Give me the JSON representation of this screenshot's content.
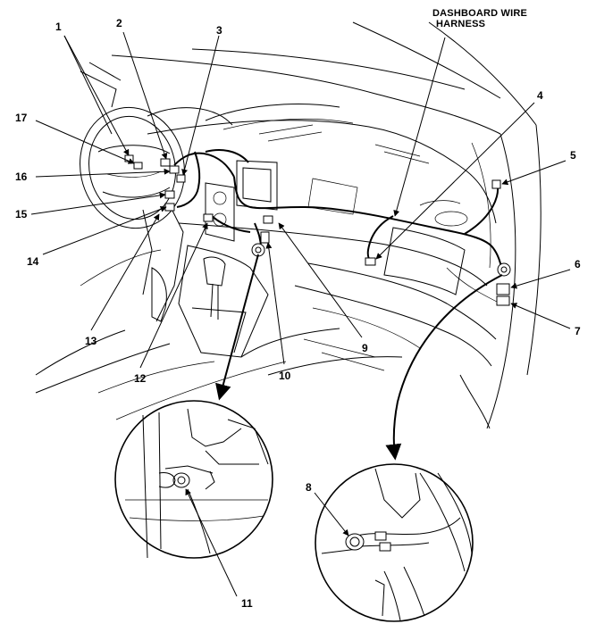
{
  "diagram": {
    "title_line1": "DASHBOARD WIRE",
    "title_line2": "HARNESS",
    "callouts": {
      "c1": "1",
      "c2": "2",
      "c3": "3",
      "c4": "4",
      "c5": "5",
      "c6": "6",
      "c7": "7",
      "c8": "8",
      "c9": "9",
      "c10": "10",
      "c11": "11",
      "c12": "12",
      "c13": "13",
      "c14": "14",
      "c15": "15",
      "c16": "16",
      "c17": "17"
    }
  }
}
